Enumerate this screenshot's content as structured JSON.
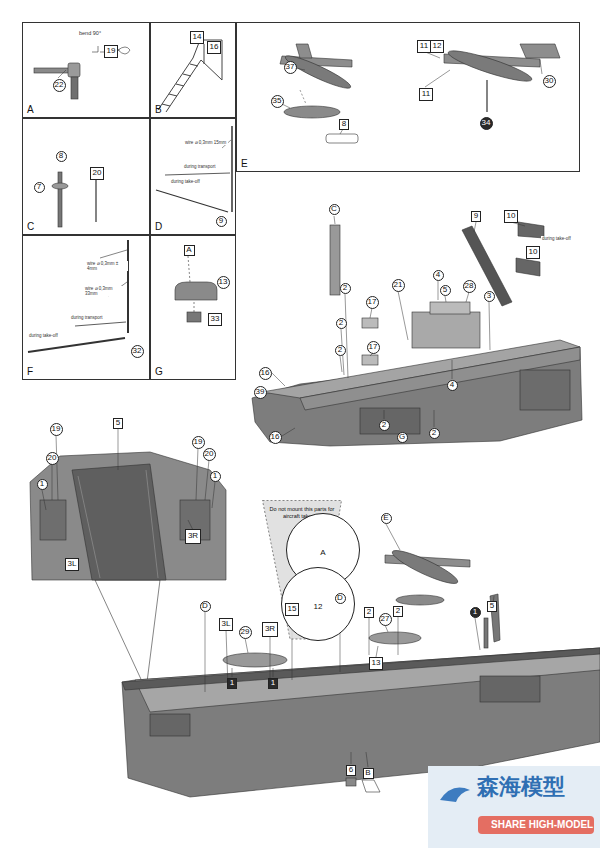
{
  "diagram": {
    "nodes": [
      {
        "text": [
          "A"
        ]
      },
      {
        "text": [
          "22"
        ],
        "in": 0
      },
      {
        "text": [
          "19"
        ],
        "in": 0
      },
      {
        "text": [
          "B"
        ]
      },
      {
        "text": [
          "14"
        ],
        "in": 3
      },
      {
        "text": [
          "16"
        ],
        "in": 3
      },
      {
        "text": [
          "E"
        ]
      },
      {
        "text": [
          "37"
        ],
        "in": 6
      },
      {
        "text": [
          "35"
        ],
        "in": 6
      },
      {
        "text": [
          "8"
        ],
        "in": 6
      },
      {
        "text": [
          "11"
        ],
        "in": 6
      },
      {
        "text": [
          "12"
        ],
        "in": 6
      },
      {
        "text": [
          "11"
        ],
        "in": 6
      },
      {
        "text": [
          "30"
        ],
        "in": 6
      },
      {
        "text": [
          "34"
        ],
        "in": 6
      },
      {
        "text": [
          "C"
        ]
      },
      {
        "text": [
          "8"
        ],
        "in": 15
      },
      {
        "text": [
          "7"
        ],
        "in": 15
      },
      {
        "text": [
          "20"
        ],
        "in": 15
      },
      {
        "text": [
          "D"
        ]
      },
      {
        "text": [
          "9"
        ],
        "in": 19
      },
      {
        "text": [
          "F"
        ]
      },
      {
        "text": [
          "32"
        ],
        "in": 21
      },
      {
        "text": [
          "G"
        ]
      },
      {
        "text": [
          "A"
        ],
        "in": 23
      },
      {
        "text": [
          "13"
        ],
        "in": 23
      },
      {
        "text": [
          "33"
        ],
        "in": 23
      },
      {
        "text": [
          "C"
        ]
      },
      {
        "text": [
          "9"
        ]
      },
      {
        "text": [
          "10"
        ]
      },
      {
        "text": [
          "10"
        ]
      },
      {
        "text": [
          "21"
        ]
      },
      {
        "text": [
          "4"
        ]
      },
      {
        "text": [
          "5"
        ]
      },
      {
        "text": [
          "28"
        ]
      },
      {
        "text": [
          "3"
        ]
      },
      {
        "text": [
          "2"
        ]
      },
      {
        "text": [
          "17"
        ]
      },
      {
        "text": [
          "2"
        ]
      },
      {
        "text": [
          "17"
        ]
      },
      {
        "text": [
          "2"
        ]
      },
      {
        "text": [
          "16"
        ]
      },
      {
        "text": [
          "39"
        ]
      },
      {
        "text": [
          "4"
        ]
      },
      {
        "text": [
          "16"
        ]
      },
      {
        "text": [
          "2"
        ]
      },
      {
        "text": [
          "G"
        ]
      },
      {
        "text": [
          "2"
        ]
      },
      {
        "text": [
          "19"
        ]
      },
      {
        "text": [
          "5"
        ]
      },
      {
        "text": [
          "19"
        ]
      },
      {
        "text": [
          "20"
        ]
      },
      {
        "text": [
          "20"
        ]
      },
      {
        "text": [
          "1"
        ]
      },
      {
        "text": [
          "1"
        ]
      },
      {
        "text": [
          "3L"
        ]
      },
      {
        "text": [
          "3R"
        ]
      },
      {
        "text": [
          "Do not mount this parts for aircraft take-off."
        ]
      },
      {
        "text": [
          "A"
        ],
        "in": 57
      },
      {
        "text": [
          "12"
        ],
        "in": 57
      },
      {
        "text": [
          "E"
        ]
      },
      {
        "text": [
          "D"
        ]
      },
      {
        "text": [
          "D"
        ]
      },
      {
        "text": [
          "3L"
        ]
      },
      {
        "text": [
          "29"
        ]
      },
      {
        "text": [
          "3R"
        ]
      },
      {
        "text": [
          "15"
        ]
      },
      {
        "text": [
          "2"
        ]
      },
      {
        "text": [
          "27"
        ]
      },
      {
        "text": [
          "2"
        ]
      },
      {
        "text": [
          "5"
        ]
      },
      {
        "text": [
          "1"
        ]
      },
      {
        "text": [
          "1"
        ]
      },
      {
        "text": [
          "1"
        ]
      },
      {
        "text": [
          "13"
        ]
      },
      {
        "text": [
          "6"
        ]
      },
      {
        "text": [
          "B"
        ]
      }
    ],
    "labels": [
      "bend 90°",
      "wire ⌀ 0,3mm 15mm",
      "during transport",
      "during take-off",
      "wire ⌀ 0,3mm ± 4mm",
      "wire ⌀ 0,3mm 33mm",
      "during transport",
      "during take-off",
      "during take-off",
      "森海模型",
      "SHARE HIGH-MODEL"
    ]
  }
}
